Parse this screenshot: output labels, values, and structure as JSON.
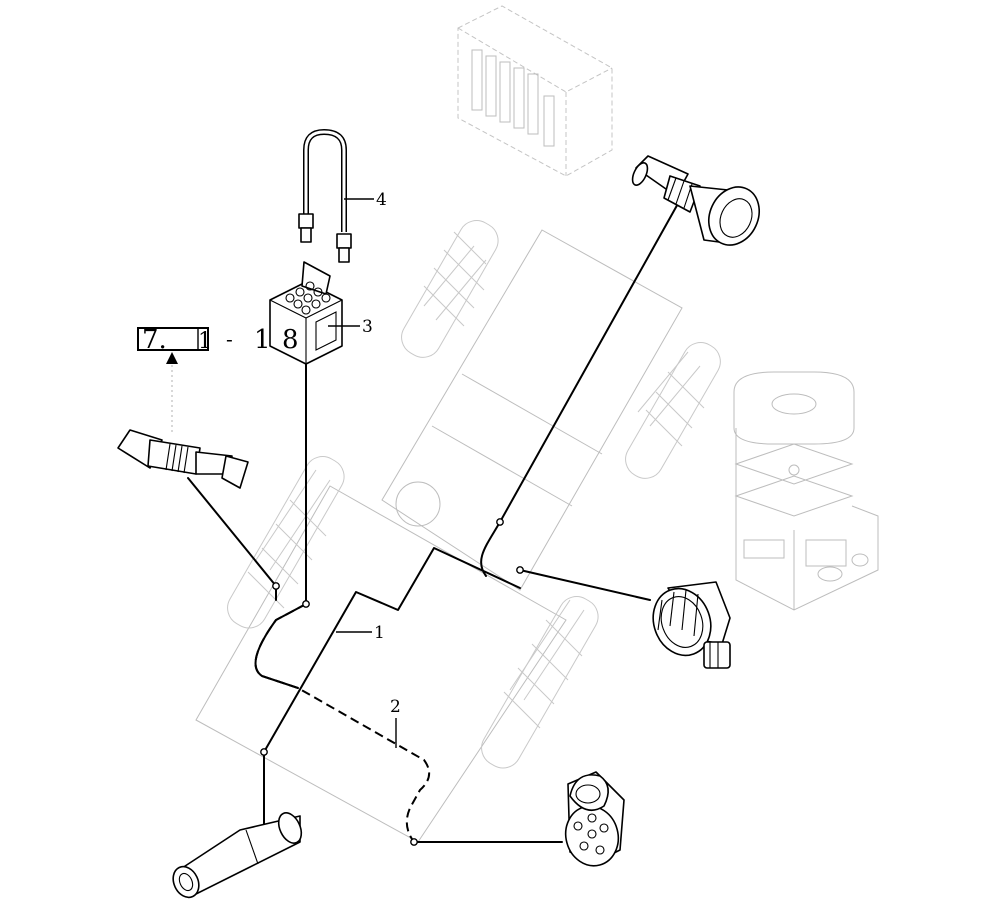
{
  "callouts": {
    "item_1": "1",
    "item_2": "2",
    "item_3": "3",
    "item_4": "4"
  },
  "reference": {
    "box_text": "7.",
    "box_suffix": "1",
    "dash": "-",
    "number_left": "1",
    "number_right": "8"
  }
}
